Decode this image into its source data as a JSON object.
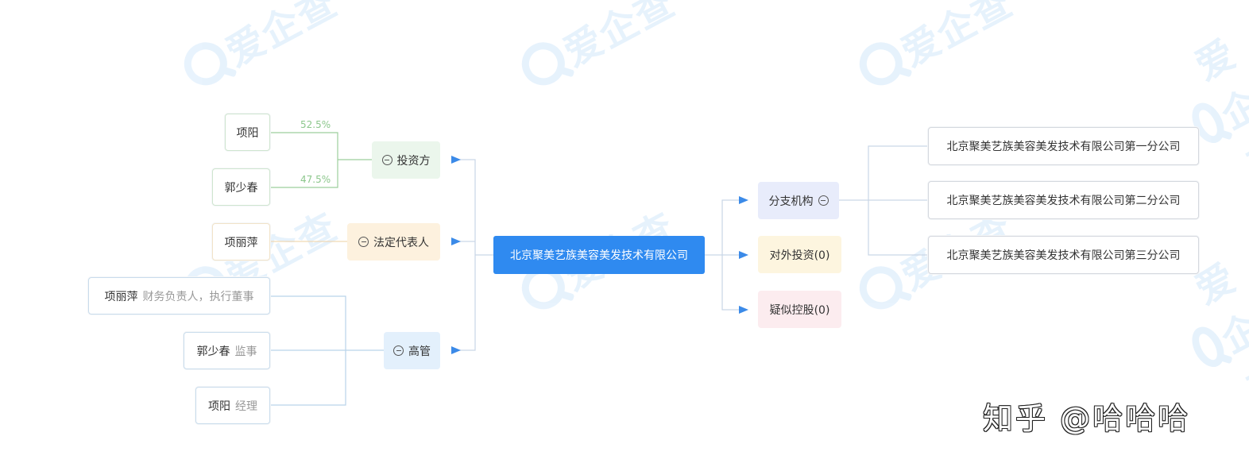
{
  "watermark": {
    "text": "爱企查"
  },
  "center": {
    "label": "北京聚美艺族美容美发技术有限公司"
  },
  "categories": {
    "investors": {
      "label": "投资方"
    },
    "legal": {
      "label": "法定代表人"
    },
    "executives": {
      "label": "高管"
    },
    "branches": {
      "label": "分支机构"
    },
    "outbound": {
      "label": "对外投资(0)"
    },
    "control": {
      "label": "疑似控股(0)"
    }
  },
  "investors": [
    {
      "name": "项阳",
      "share": "52.5%"
    },
    {
      "name": "郭少春",
      "share": "47.5%"
    }
  ],
  "legal_rep": {
    "name": "项丽萍"
  },
  "executives": [
    {
      "name": "项丽萍",
      "role": "财务负责人，执行董事"
    },
    {
      "name": "郭少春",
      "role": "监事"
    },
    {
      "name": "项阳",
      "role": "经理"
    }
  ],
  "branches": [
    {
      "name": "北京聚美艺族美容美发技术有限公司第一分公司"
    },
    {
      "name": "北京聚美艺族美容美发技术有限公司第二分公司"
    },
    {
      "name": "北京聚美艺族美容美发技术有限公司第三分公司"
    }
  ],
  "footer": {
    "signature": "知乎 @哈哈哈"
  },
  "colors": {
    "center_bg": "#2f8af0",
    "arrow": "#3b8ae8",
    "invest_line": "#9ccf9c",
    "legal_line": "#f0d9b5",
    "exec_line": "#b9d3ea",
    "branch_line": "#c9d6e6"
  }
}
